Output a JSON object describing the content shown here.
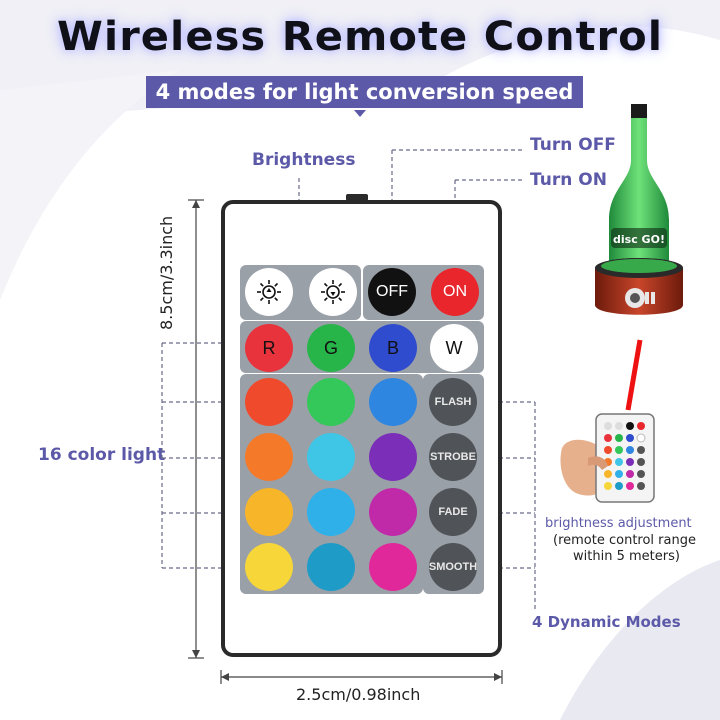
{
  "header": {
    "title": "Wireless Remote Control",
    "subtitle": "4 modes for light conversion speed"
  },
  "callouts": {
    "brightness": "Brightness",
    "turn_off": "Turn OFF",
    "turn_on": "Turn ON",
    "color_light": "16 color light",
    "dynamic_modes": "4 Dynamic Modes",
    "brightness_adjustment": "brightness adjustment",
    "range_line1": "(remote control range",
    "range_line2": "within 5 meters)"
  },
  "dimensions": {
    "height": "8.5cm/3.3inch",
    "width": "2.5cm/0.98inch"
  },
  "remote": {
    "power": {
      "off_label": "OFF",
      "on_label": "ON"
    },
    "color_letters": [
      "R",
      "G",
      "B",
      "W"
    ],
    "modes": [
      "FLASH",
      "STROBE",
      "FADE",
      "SMOOTH"
    ],
    "colors": {
      "row_rgbw": [
        "#e8323c",
        "#27b54a",
        "#2f4ccf",
        "#ffffff"
      ],
      "row1": [
        "#f04a2c",
        "#34c759",
        "#2e86e0"
      ],
      "row2": [
        "#f47a2a",
        "#3fc6e6",
        "#7b2fb8"
      ],
      "row3": [
        "#f7b52a",
        "#2fb0e8",
        "#c02aa8"
      ],
      "row4": [
        "#f7d63a",
        "#1f9bc8",
        "#e0289a"
      ]
    }
  },
  "product": {
    "bottle_label": "disc GO!"
  }
}
